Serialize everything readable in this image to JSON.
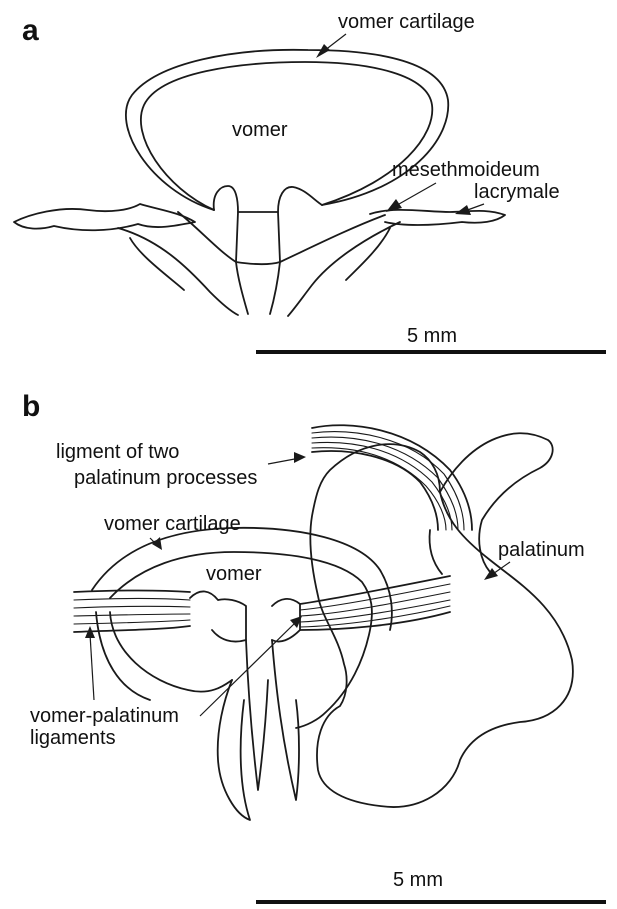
{
  "panel_a": {
    "letter": "a",
    "labels": {
      "vomer_cartilage": "vomer cartilage",
      "vomer": "vomer",
      "mesethmoideum": "mesethmoideum",
      "lacrymale": "lacrymale"
    },
    "scale_bar": "5 mm"
  },
  "panel_b": {
    "letter": "b",
    "labels": {
      "ligament_line1": "ligment of two",
      "ligament_line2": "palatinum processes",
      "vomer_cartilage": "vomer cartilage",
      "vomer": "vomer",
      "palatinum": "palatinum",
      "vp_line1": "vomer-palatinum",
      "vp_line2": "ligaments"
    },
    "scale_bar": "5 mm"
  },
  "colors": {
    "ink": "#1a1a1a",
    "background": "#ffffff"
  }
}
